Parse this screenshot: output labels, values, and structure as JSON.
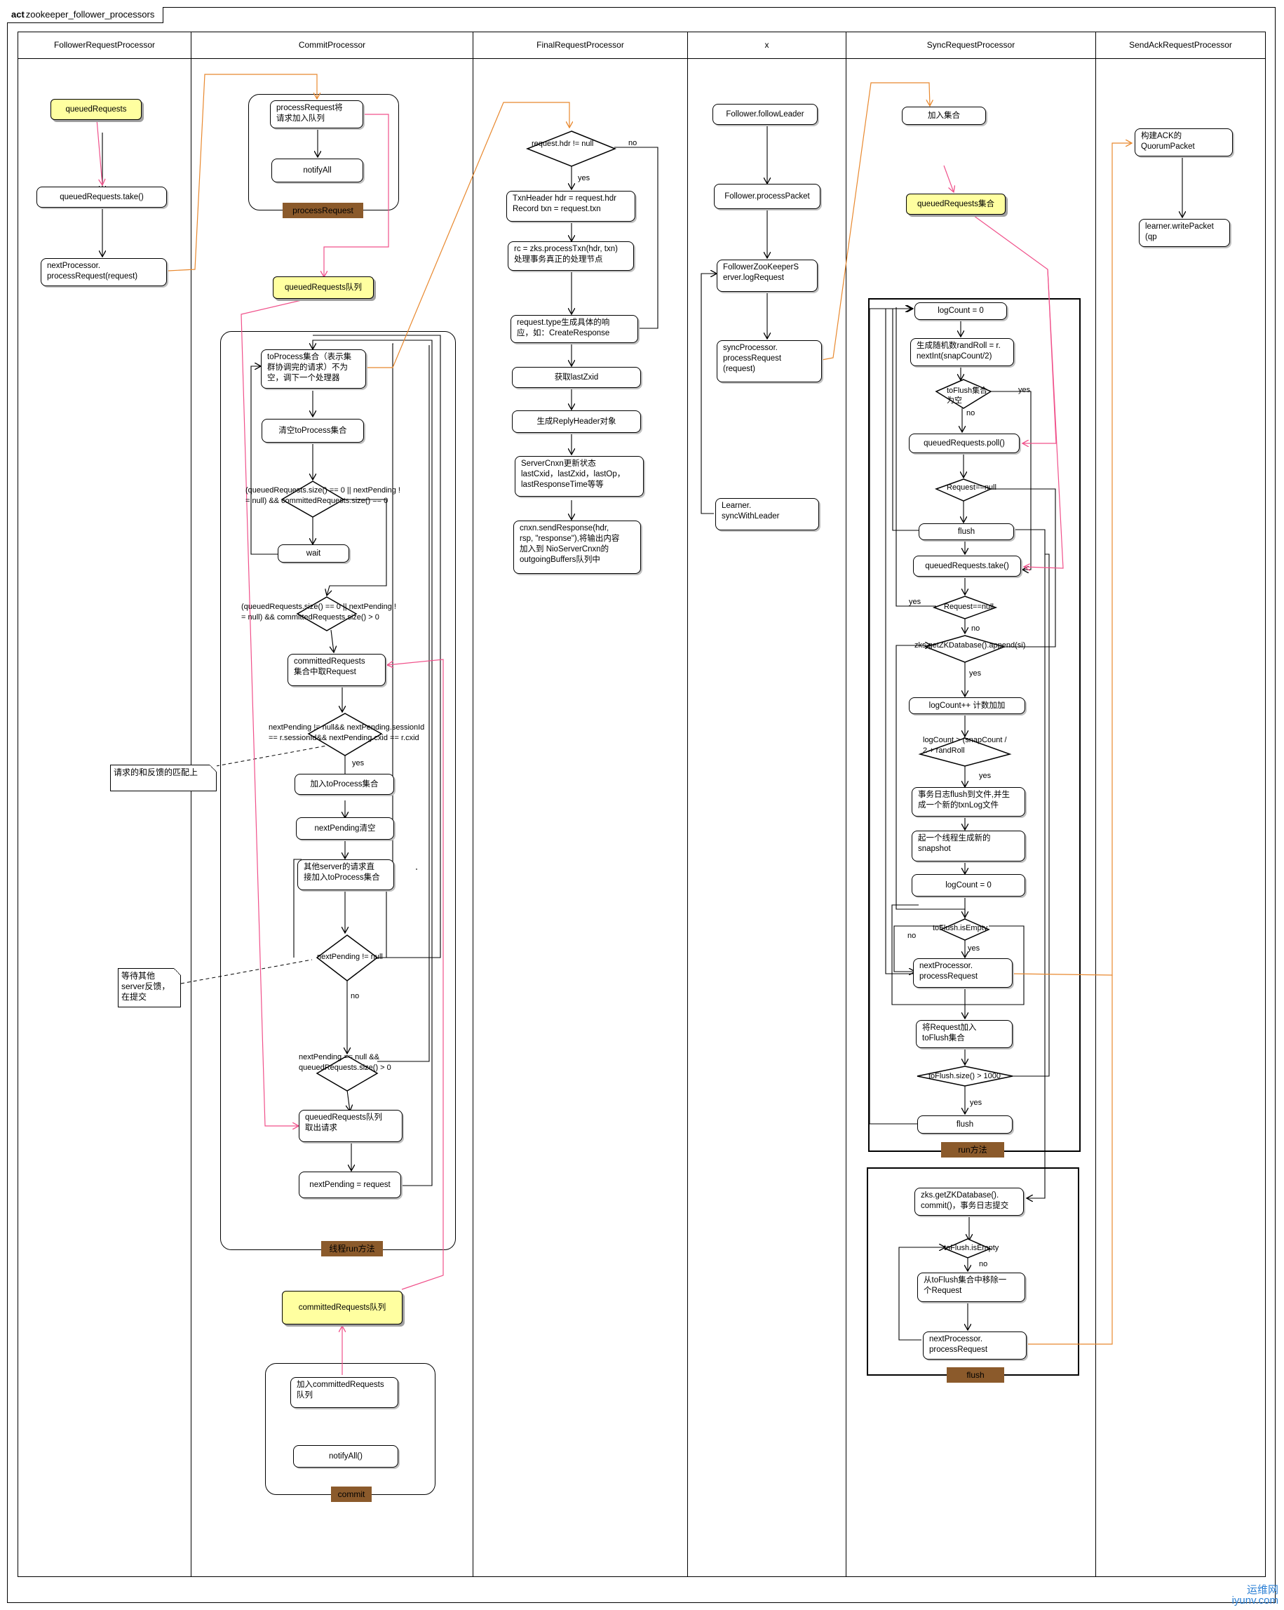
{
  "frame": {
    "keyword": "act",
    "name": "zookeeper_follower_processors"
  },
  "lanes": {
    "frp": "FollowerRequestProcessor",
    "cp": "CommitProcessor",
    "finalp": "FinalRequestProcessor",
    "x": "x",
    "syncp": "SyncRequestProcessor",
    "sendack": "SendAckRequestProcessor"
  },
  "frp": {
    "queued": "queuedRequests",
    "take": "queuedRequests.take()",
    "next": "nextProcessor.\nprocessRequest(request)"
  },
  "cp": {
    "pr_add": "processRequest将\n请求加入队列",
    "pr_notify": "notifyAll",
    "pr_label": "processRequest",
    "queued_obj": "queuedRequests队列",
    "toprocess": "toProcess集合（表示集\n群协调完的请求）不为\n空，调下一个处理器",
    "clear": "清空toProcess集合",
    "d1": "(queuedRequests.size() == 0 || nextPending !\n= null) && committedRequests.size() == 0",
    "wait": "wait",
    "d2": "(queuedRequests.size() == 0 || nextPending !\n= null) && committedRequests.size() > 0",
    "takecommitted": "committedRequests\n集合中取Request",
    "d3": "nextPending != null&& nextPending.sessionId\n== r.sessionId&& nextPending.cxid == r.cxid",
    "d3_yes": "yes",
    "addtp": "加入toProcess集合",
    "clearnp": "nextPending清空",
    "other": "其他server的请求直\n接加入toProcess集合",
    "d4": "nextPending != null",
    "d4_no": "no",
    "d5": "nextPending == null &&\nqueuedRequests.size() > 0",
    "takequeued": "queuedRequests队列\n取出请求",
    "setnp": "nextPending = request",
    "run_label": "线程run方法",
    "committed_obj": "committedRequests队列",
    "commit_add": "加入committedRequests\n队列",
    "commit_notify": "notifyAll()",
    "commit_label": "commit",
    "note1": "请求的和反馈的匹配上",
    "note2": "等待其他\nserver反馈，\n在提交"
  },
  "finalp": {
    "d1": "request.hdr != null",
    "no": "no",
    "yes": "yes",
    "txn": "TxnHeader hdr = request.hdr\nRecord txn = request.txn",
    "rc": "rc = zks.processTxn(hdr, txn)\n处理事务真正的处理节点",
    "resp": "request.type生成具体的响\n应，如：CreateResponse",
    "zxid": "获取lastZxid",
    "header": "生成ReplyHeader对象",
    "cnxn": "ServerCnxn更新状态\nlastCxid，lastZxid，lastOp，\nlastResponseTime等等",
    "send": "cnxn.sendResponse(hdr,\nrsp, \"response\"),将输出内容\n加入到 NioServerCnxn的\noutgoingBuffers队列中"
  },
  "x": {
    "follow": "Follower.followLeader",
    "packet": "Follower.processPacket",
    "log": "FollowerZooKeeperS\nerver.logRequest",
    "sync": "syncProcessor.\nprocessRequest\n(request)",
    "learner": "Learner.\nsyncWithLeader"
  },
  "syncp": {
    "add": "加入集合",
    "queued_obj": "queuedRequests集合",
    "logcount0": "logCount = 0",
    "randroll": "生成随机数randRoll = r.\nnextInt(snapCount/2)",
    "d_toflush": "toFlush集合\n为空",
    "yes1": "yes",
    "no1": "no",
    "poll": "queuedRequests.poll()",
    "d_reqnull": "Request==null",
    "flush1": "flush",
    "take": "queuedRequests.take()",
    "d_reqnull2": "Request==null",
    "yes2": "yes",
    "no2": "no",
    "d_append": "zks.getZKDatabase().append(si)",
    "yes3": "yes",
    "logcountpp": "logCount++ 计数加加",
    "d_logcount": "logCount > (snapCount /\n2 + randRoll",
    "yes4": "yes",
    "flushtxn": "事务日志flush到文件,并生\n成一个新的txnLog文件",
    "thread": "起一个线程生成新的\nsnapshot",
    "logcount0b": "logCount = 0",
    "d_empty": "toFlush.isEmpty",
    "no3": "no",
    "yes5": "yes",
    "nextproc": "nextProcessor.\nprocessRequest",
    "addflush": "将Request加入\ntoFlush集合",
    "d_size": "toFlush.size() > 1000",
    "yes6": "yes",
    "flush2": "flush",
    "run_label": "run方法",
    "commit": "zks.getZKDatabase().\ncommit()，事务日志提交",
    "d_empty2": "toFlush.isEmpty",
    "no4": "no",
    "remove": "从toFlush集合中移除一\n个Request",
    "nextproc2": "nextProcessor.\nprocessRequest",
    "flush_label": "flush"
  },
  "sendack": {
    "build": "构建ACK的\nQuorumPacket",
    "write": "learner.writePacket\n(qp"
  },
  "watermark": "运维网\niyunv.com",
  "colors": {
    "object_fill": "#ffffa0",
    "group_label": "#8b5a2b",
    "flow_orange": "#e8882e",
    "flow_pink": "#f0508a"
  }
}
